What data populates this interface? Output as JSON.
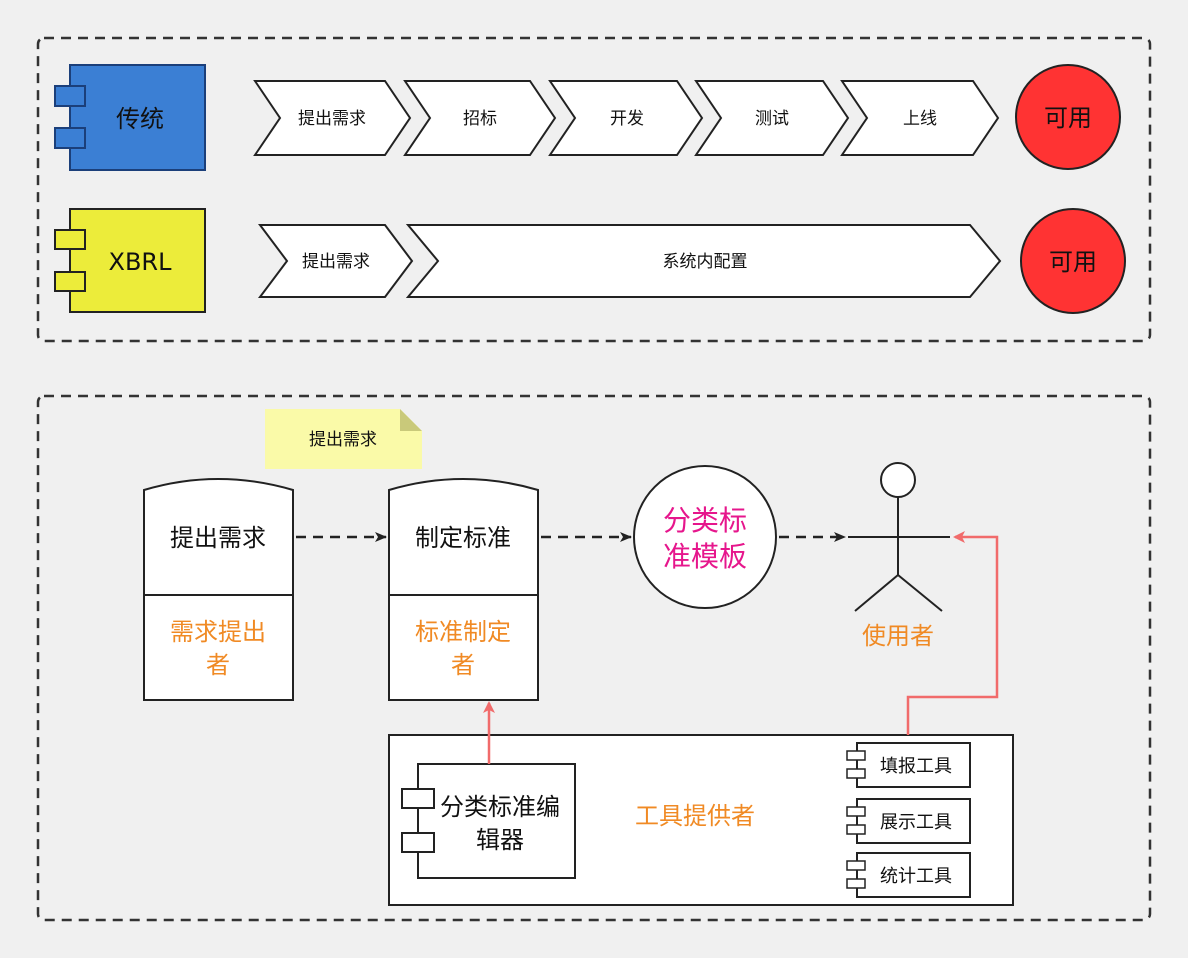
{
  "colors": {
    "background": "#f0f0f0",
    "blue_component": "#3b7fd4",
    "yellow_component": "#ecec3a",
    "usable_circle": "#ff3333",
    "orange_text": "#f08a24",
    "magenta_text": "#e6168c",
    "red_arrow": "#f16b6b",
    "note": "#fafaa8"
  },
  "top_panel": {
    "traditional": {
      "label": "传统",
      "steps": [
        "提出需求",
        "招标",
        "开发",
        "测试",
        "上线"
      ],
      "result": "可用"
    },
    "xbrl": {
      "label": "XBRL",
      "steps": [
        "提出需求",
        "系统内配置"
      ],
      "result": "可用"
    }
  },
  "bottom_panel": {
    "note": "提出需求",
    "requester": {
      "title": "提出需求",
      "role_line1": "需求提出",
      "role_line2": "者"
    },
    "standardizer": {
      "title": "制定标准",
      "role_line1": "标准制定",
      "role_line2": "者"
    },
    "template": {
      "line1": "分类标",
      "line2": "准模板"
    },
    "user": {
      "label": "使用者"
    },
    "tool_provider": {
      "label": "工具提供者",
      "editor_line1": "分类标准编",
      "editor_line2": "辑器",
      "tools": [
        "填报工具",
        "展示工具",
        "统计工具"
      ]
    }
  }
}
